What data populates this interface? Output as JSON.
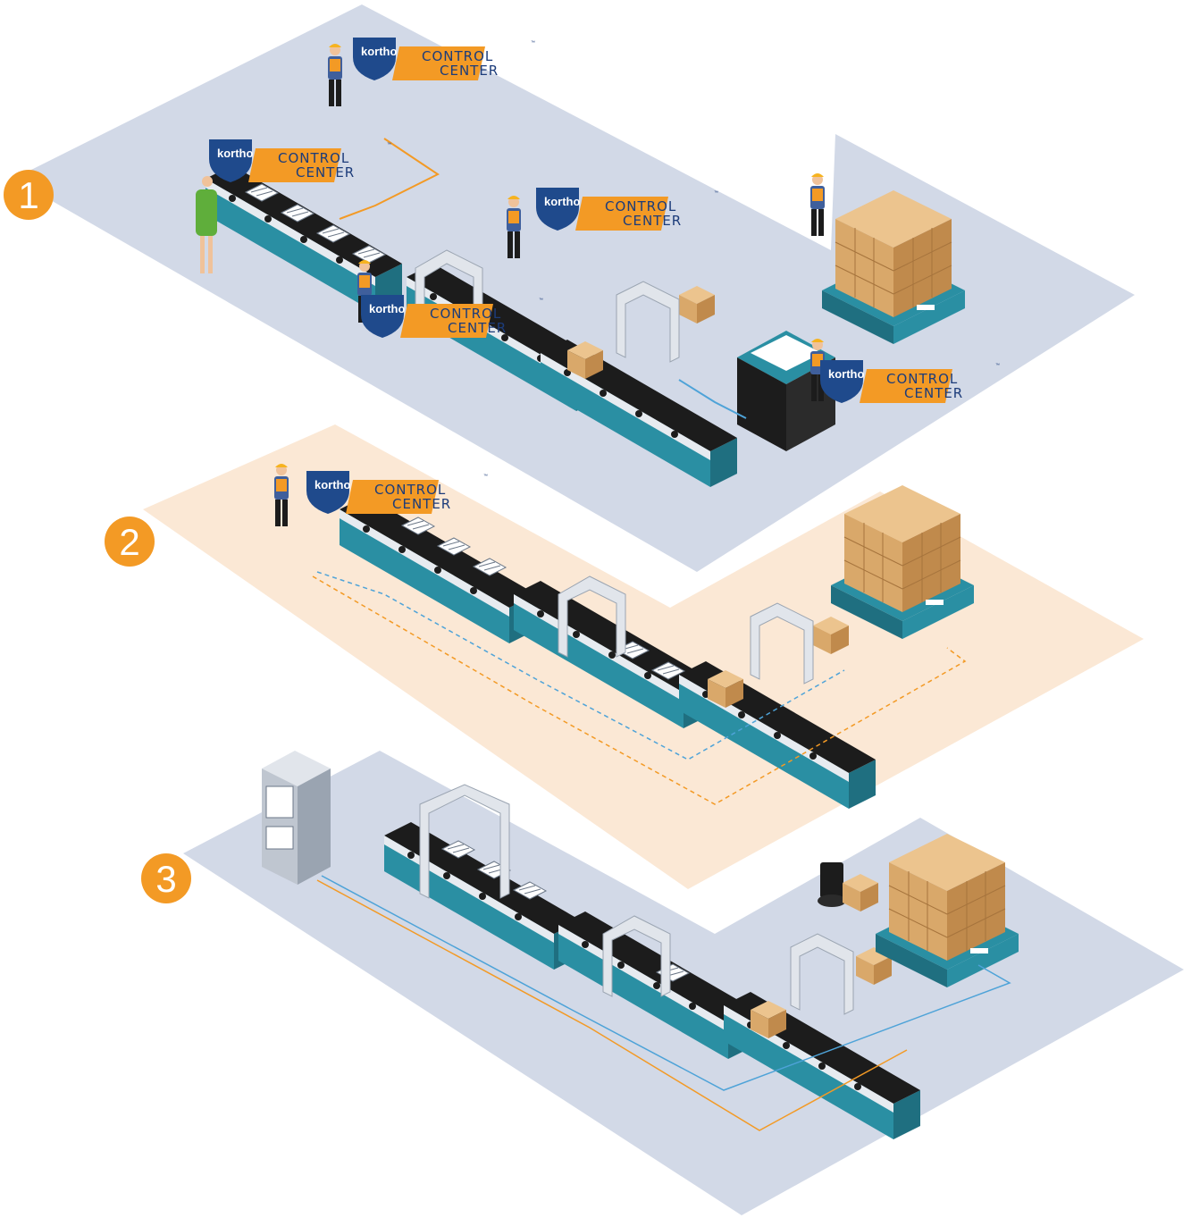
{
  "steps": [
    {
      "number": "1"
    },
    {
      "number": "2"
    },
    {
      "number": "3"
    }
  ],
  "brand": {
    "logo_word": "kortho",
    "product_line1": "CONTROL",
    "product_line2": "CENTER",
    "trademark": "™"
  },
  "colors": {
    "floor_blue": "#d2d9e7",
    "floor_peach": "#fbe8d5",
    "accent_orange": "#f39a25",
    "brand_navy": "#1f4a8c",
    "conveyor_teal": "#2a8fa3",
    "belt_black": "#1c1c1c",
    "cable_blue": "#4ea3d8",
    "box_tan": "#d9a86a"
  }
}
